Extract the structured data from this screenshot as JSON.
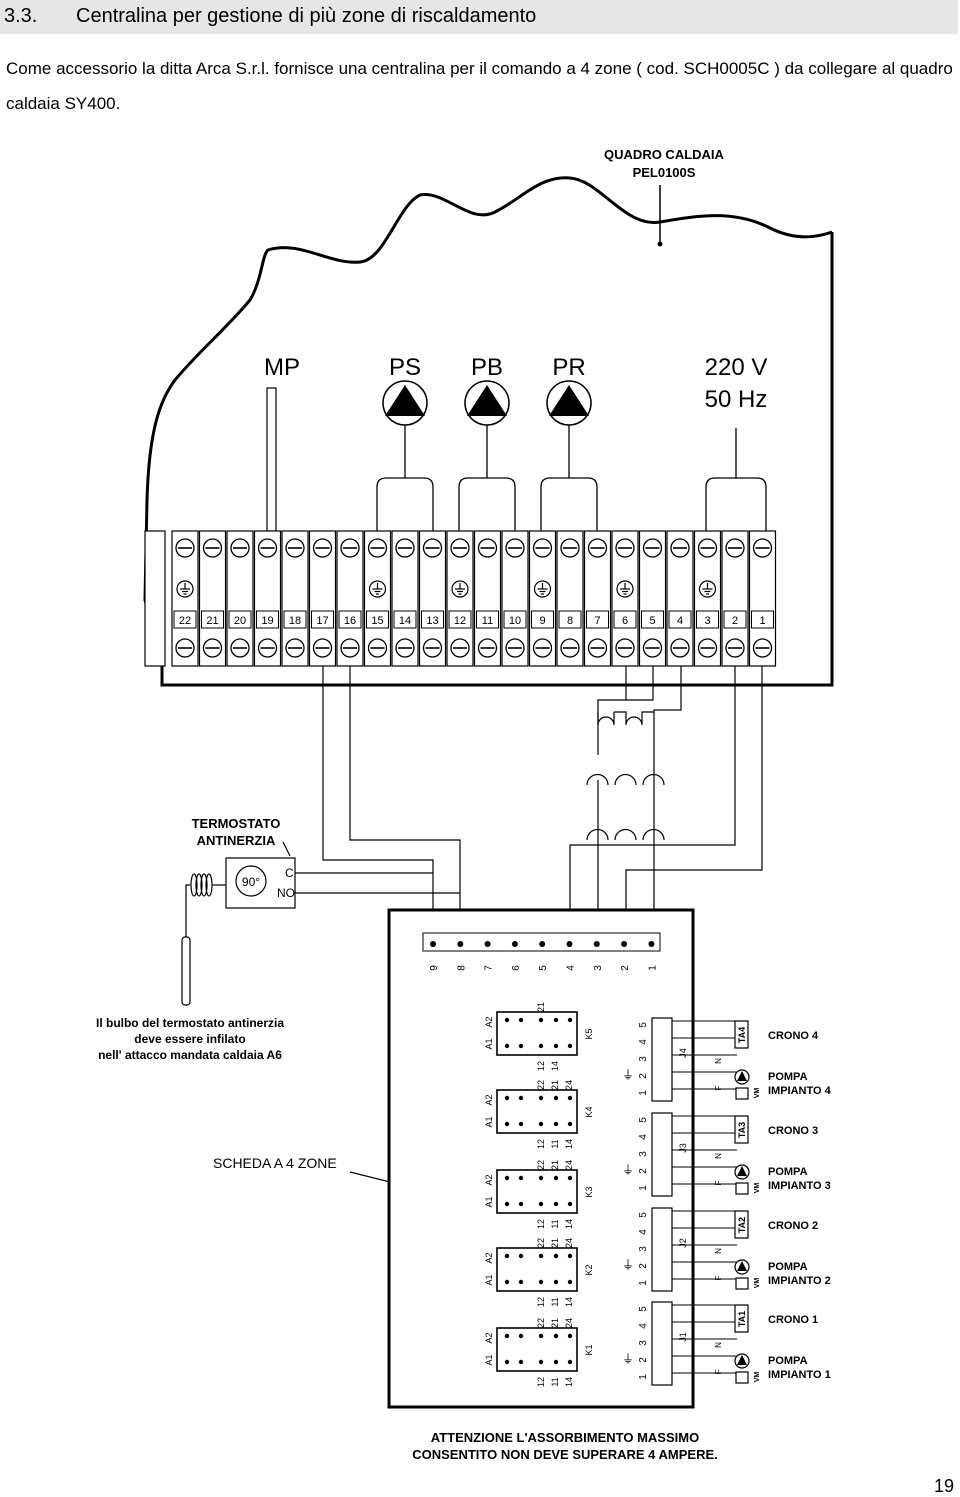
{
  "section": {
    "number": "3.3.",
    "title": "Centralina per gestione di più zone di riscaldamento"
  },
  "intro": "Come accessorio la ditta Arca S.r.l. fornisce una centralina per il comando a 4 zone ( cod. SCH0005C ) da collegare al quadro caldaia SY400.",
  "diagram": {
    "quadro_label": [
      "QUADRO CALDAIA",
      "PEL0100S"
    ],
    "components": {
      "mp": "MP",
      "ps": "PS",
      "pb": "PB",
      "pr": "PR"
    },
    "supply": [
      "220 V",
      "50 Hz"
    ],
    "terminals": [
      "22",
      "21",
      "20",
      "19",
      "18",
      "17",
      "16",
      "15",
      "14",
      "13",
      "12",
      "11",
      "10",
      "9",
      "8",
      "7",
      "6",
      "5",
      "4",
      "3",
      "2",
      "1"
    ],
    "thermostat": {
      "title": [
        "TERMOSTATO",
        "ANTINERZIA"
      ],
      "temp": "90°",
      "c": "C",
      "no": "NO"
    },
    "bulb_note": [
      "Il bulbo del termostato antinerzia",
      "deve essere infilato",
      "nell' attacco mandata caldaia A6"
    ],
    "board_label": "SCHEDA A 4 ZONE",
    "board_terminals": [
      "9",
      "8",
      "7",
      "6",
      "5",
      "4",
      "3",
      "2",
      "1"
    ],
    "relays": [
      {
        "name": "K5",
        "top": [
          "A1",
          "A2"
        ],
        "right": [
          "21"
        ],
        "bottom": [
          "12",
          "14"
        ]
      },
      {
        "name": "K4",
        "top": [
          "A1",
          "A2"
        ],
        "right": [
          "22",
          "21",
          "24"
        ],
        "bottom": [
          "12",
          "11",
          "14"
        ]
      },
      {
        "name": "K3",
        "top": [
          "A1",
          "A2"
        ],
        "right": [
          "22",
          "21",
          "24"
        ],
        "bottom": [
          "12",
          "11",
          "14"
        ]
      },
      {
        "name": "K2",
        "top": [
          "A1",
          "A2"
        ],
        "right": [
          "22",
          "21",
          "24"
        ],
        "bottom": [
          "12",
          "11",
          "14"
        ]
      },
      {
        "name": "K1",
        "top": [
          "A1",
          "A2"
        ],
        "right": [
          "22",
          "21",
          "24"
        ],
        "bottom": [
          "12",
          "11",
          "14"
        ]
      }
    ],
    "zones": [
      {
        "connector": "J4",
        "ta": "TA4",
        "crono": "CRONO 4",
        "pompa": [
          "POMPA",
          "IMPIANTO 4"
        ]
      },
      {
        "connector": "J3",
        "ta": "TA3",
        "crono": "CRONO 3",
        "pompa": [
          "POMPA",
          "IMPIANTO 3"
        ]
      },
      {
        "connector": "J2",
        "ta": "TA2",
        "crono": "CRONO 2",
        "pompa": [
          "POMPA",
          "IMPIANTO 2"
        ]
      },
      {
        "connector": "J1",
        "ta": "TA1",
        "crono": "CRONO 1",
        "pompa": [
          "POMPA",
          "IMPIANTO 1"
        ]
      }
    ],
    "pin_numbers": [
      "1",
      "2",
      "3",
      "4",
      "5"
    ],
    "pin_labels": {
      "n": "N",
      "f": "F",
      "vm": "VM",
      "earth": "⏚"
    },
    "warning": [
      "ATTENZIONE L'ASSORBIMENTO MASSIMO",
      "CONSENTITO NON DEVE SUPERARE 4 AMPERE."
    ]
  },
  "page_number": "19"
}
